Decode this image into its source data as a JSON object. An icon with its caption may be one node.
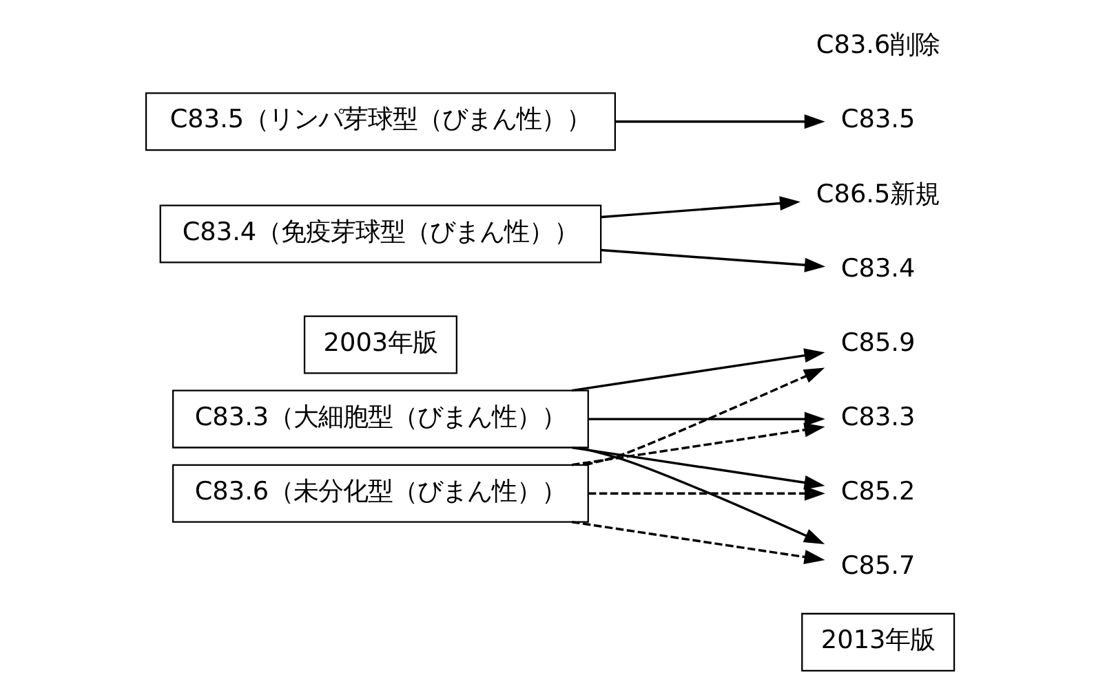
{
  "diagram": {
    "nodes": [
      {
        "text": [
          "2013年版"
        ]
      },
      {
        "text": [
          "C85.2"
        ]
      },
      {
        "text": [
          "2003年版"
        ]
      },
      {
        "text": [
          "C85.7"
        ]
      },
      {
        "text": [
          "C85.9"
        ]
      },
      {
        "text": [
          "C83.3（大細胞型（びまん性））"
        ]
      },
      {
        "text": [
          "C83.3"
        ]
      },
      {
        "text": [
          "C86.5新規"
        ]
      },
      {
        "text": [
          "C83.4（免疫芽球型（びまん性））"
        ]
      },
      {
        "text": [
          "C83.4"
        ]
      },
      {
        "text": [
          "C83.5（リンパ芽球型（びまん性））"
        ]
      },
      {
        "text": [
          "C83.5"
        ]
      },
      {
        "text": [
          "C83.6（未分化型（びまん性））"
        ]
      }
    ],
    "edges": [
      {
        "from": 5,
        "to": 1,
        "arrow": "to"
      },
      {
        "from": 5,
        "to": 3,
        "arrow": "to"
      },
      {
        "from": 5,
        "to": 4,
        "arrow": "to"
      },
      {
        "from": 5,
        "to": 6,
        "arrow": "to"
      },
      {
        "from": 12,
        "to": 1,
        "arrow": "to",
        "style": "dashed"
      },
      {
        "from": 12,
        "to": 3,
        "arrow": "to",
        "style": "dashed"
      },
      {
        "from": 12,
        "to": 4,
        "arrow": "to",
        "style": "dashed"
      },
      {
        "from": 12,
        "to": 6,
        "arrow": "to",
        "style": "dashed"
      },
      {
        "from": 8,
        "to": 7,
        "arrow": "to"
      },
      {
        "from": 8,
        "to": 9,
        "arrow": "to"
      },
      {
        "from": 10,
        "to": 11,
        "arrow": "to"
      }
    ],
    "labels": [
      "C83.6削除"
    ]
  }
}
